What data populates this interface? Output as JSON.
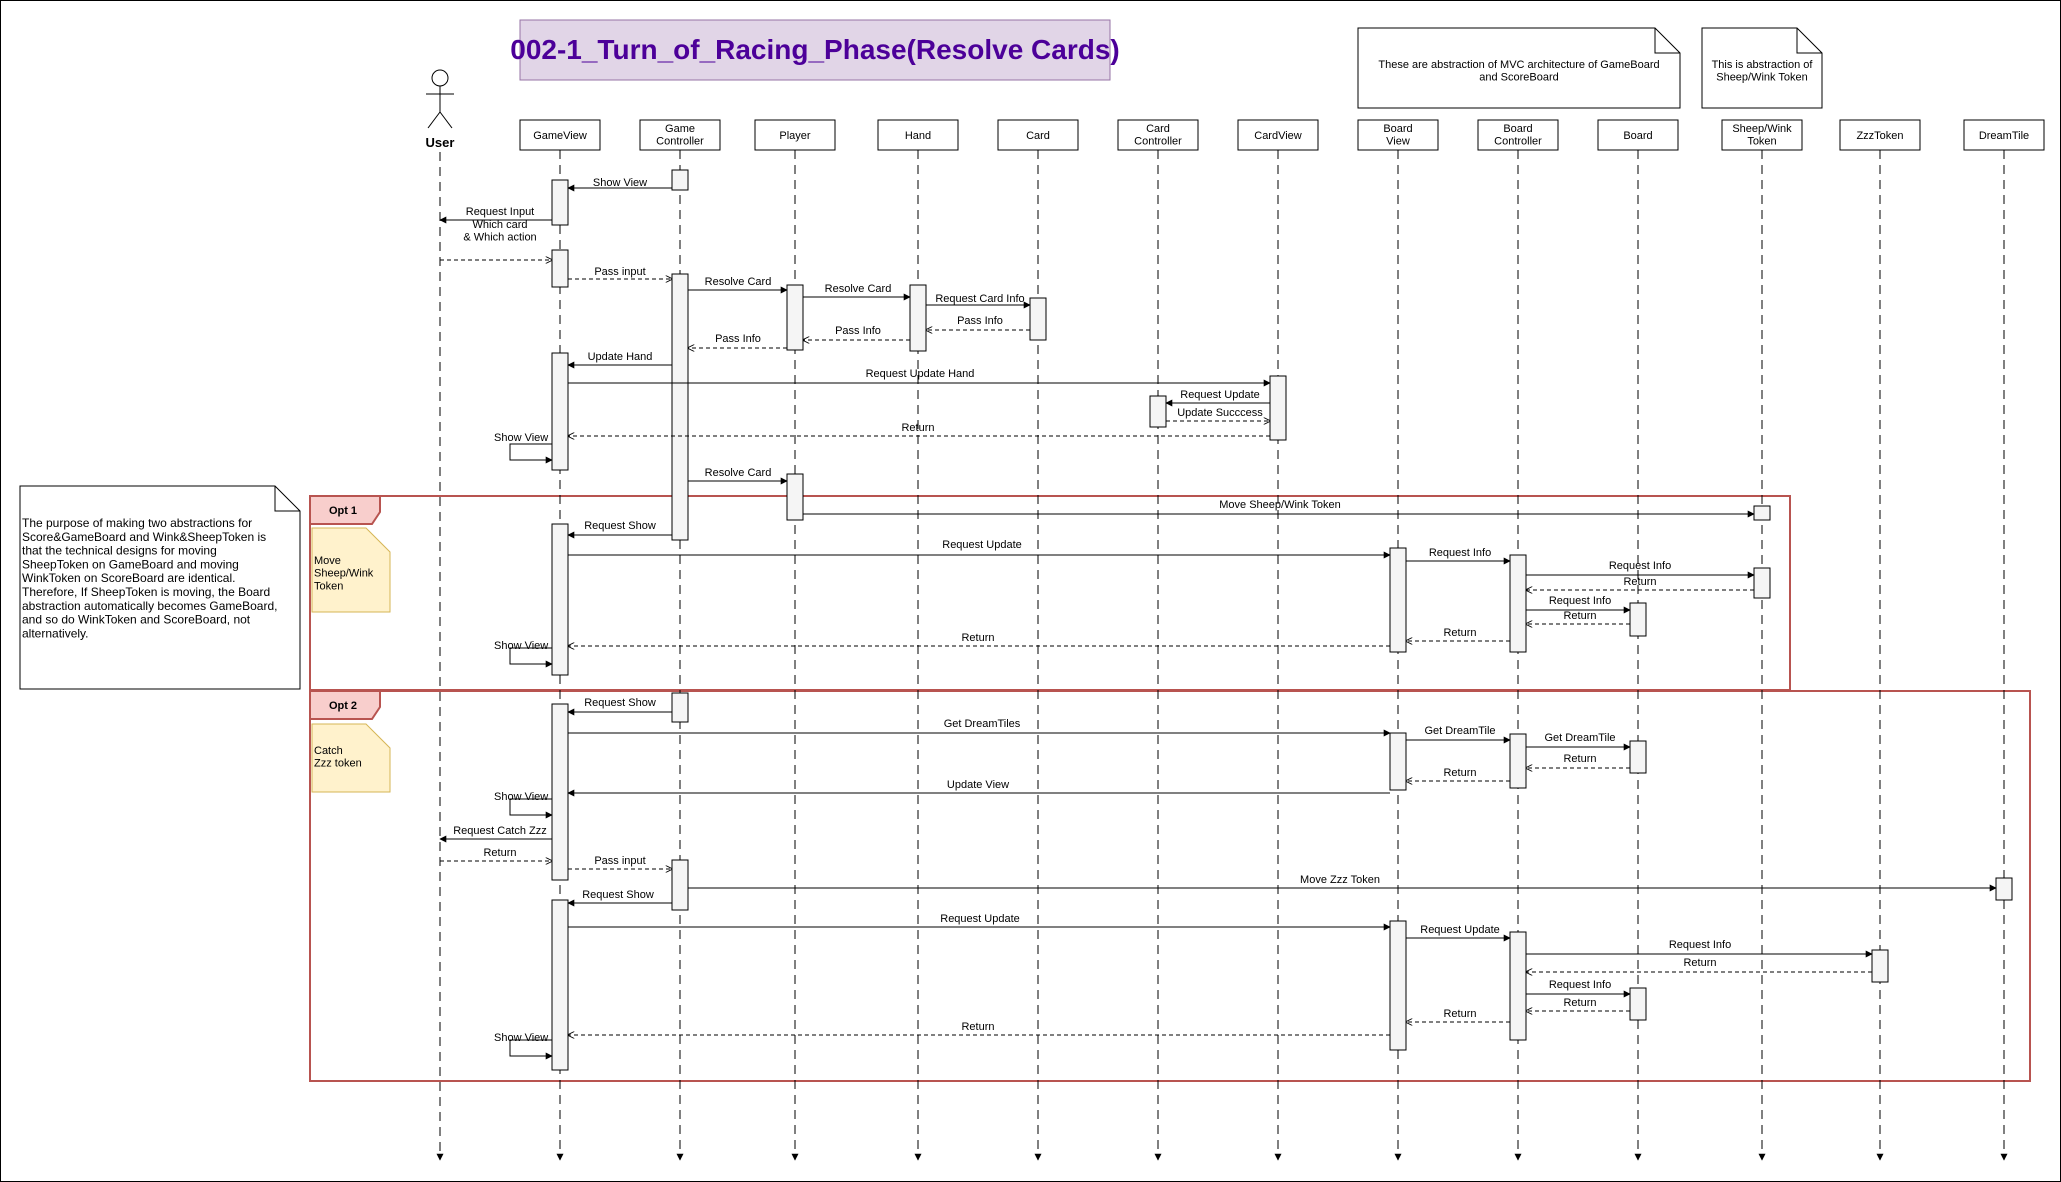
{
  "title": "002-1_Turn_of_Racing_Phase(Resolve Cards)",
  "colors": {
    "title_text": "#4c0099",
    "title_fill": "#e1d5e7",
    "title_stroke": "#9673a6",
    "frame": "#b85450",
    "frame_label_fill": "#f8cecc",
    "sticky_fill": "#fff2cc",
    "sticky_stroke": "#d6b656",
    "activation_fill": "#f5f5f5"
  },
  "notes": {
    "mvc": "These are abstraction of MVC architecture of GameBoard and ScoreBoard",
    "token": "This is abstraction of Sheep/Wink Token",
    "purpose": [
      "The purpose of making two abstractions for",
      "Score&GameBoard and Wink&SheepToken is",
      "that the technical designs for moving",
      "SheepToken on GameBoard and moving",
      "WinkToken on ScoreBoard are identical.",
      "",
      "Therefore, If SheepToken is moving, the Board",
      "abstraction automatically becomes GameBoard,",
      "and so do WinkToken and ScoreBoard, not",
      "alternatively."
    ]
  },
  "actor": {
    "label": "User"
  },
  "participants": [
    {
      "label": "GameView"
    },
    {
      "label": "Game\nController"
    },
    {
      "label": "Player"
    },
    {
      "label": "Hand"
    },
    {
      "label": "Card"
    },
    {
      "label": "Card\nController"
    },
    {
      "label": "CardView"
    },
    {
      "label": "Board\nView"
    },
    {
      "label": "Board\nController"
    },
    {
      "label": "Board"
    },
    {
      "label": "Sheep/Wink\nToken"
    },
    {
      "label": "ZzzToken"
    },
    {
      "label": "DreamTile"
    }
  ],
  "fragments": [
    {
      "label": "Opt 1",
      "note": "Move\nSheep/Wink\nToken"
    },
    {
      "label": "Opt 2",
      "note": "Catch\nZzz token"
    }
  ],
  "messages": [
    {
      "label": "Show View",
      "kind": "sync"
    },
    {
      "label": "Request Input",
      "kind": "sync"
    },
    {
      "label": "Which card\n& Which action",
      "kind": "return"
    },
    {
      "label": "Pass input",
      "kind": "return"
    },
    {
      "label": "Resolve Card",
      "kind": "sync"
    },
    {
      "label": "Resolve Card",
      "kind": "sync"
    },
    {
      "label": "Request Card Info",
      "kind": "sync"
    },
    {
      "label": "Pass Info",
      "kind": "return"
    },
    {
      "label": "Pass Info",
      "kind": "return"
    },
    {
      "label": "Pass Info",
      "kind": "return"
    },
    {
      "label": "Update Hand",
      "kind": "sync"
    },
    {
      "label": "Request Update Hand",
      "kind": "sync"
    },
    {
      "label": "Request Update",
      "kind": "sync"
    },
    {
      "label": "Update Succcess",
      "kind": "return"
    },
    {
      "label": "Return",
      "kind": "return"
    },
    {
      "label": "Show View",
      "kind": "self"
    },
    {
      "label": "Resolve Card",
      "kind": "sync"
    },
    {
      "label": "Move Sheep/Wink Token",
      "kind": "sync"
    },
    {
      "label": "Request Show",
      "kind": "sync"
    },
    {
      "label": "Request Update",
      "kind": "sync"
    },
    {
      "label": "Request Info",
      "kind": "sync"
    },
    {
      "label": "Request Info",
      "kind": "sync"
    },
    {
      "label": "Return",
      "kind": "return"
    },
    {
      "label": "Request Info",
      "kind": "sync"
    },
    {
      "label": "Return",
      "kind": "return"
    },
    {
      "label": "Return",
      "kind": "return"
    },
    {
      "label": "Return",
      "kind": "return"
    },
    {
      "label": "Show View",
      "kind": "self"
    },
    {
      "label": "Request Show",
      "kind": "sync"
    },
    {
      "label": "Get DreamTiles",
      "kind": "sync"
    },
    {
      "label": "Get DreamTile",
      "kind": "sync"
    },
    {
      "label": "Get DreamTile",
      "kind": "sync"
    },
    {
      "label": "Return",
      "kind": "return"
    },
    {
      "label": "Return",
      "kind": "return"
    },
    {
      "label": "Update View",
      "kind": "sync"
    },
    {
      "label": "Show View",
      "kind": "self"
    },
    {
      "label": "Request Catch Zzz",
      "kind": "sync"
    },
    {
      "label": "Return",
      "kind": "return"
    },
    {
      "label": "Pass input",
      "kind": "return"
    },
    {
      "label": "Move Zzz Token",
      "kind": "sync"
    },
    {
      "label": "Request Show",
      "kind": "sync"
    },
    {
      "label": "Request Update",
      "kind": "sync"
    },
    {
      "label": "Request Update",
      "kind": "sync"
    },
    {
      "label": "Request Info",
      "kind": "sync"
    },
    {
      "label": "Return",
      "kind": "return"
    },
    {
      "label": "Request Info",
      "kind": "sync"
    },
    {
      "label": "Return",
      "kind": "return"
    },
    {
      "label": "Return",
      "kind": "return"
    },
    {
      "label": "Return",
      "kind": "return"
    },
    {
      "label": "Show View",
      "kind": "self"
    }
  ]
}
